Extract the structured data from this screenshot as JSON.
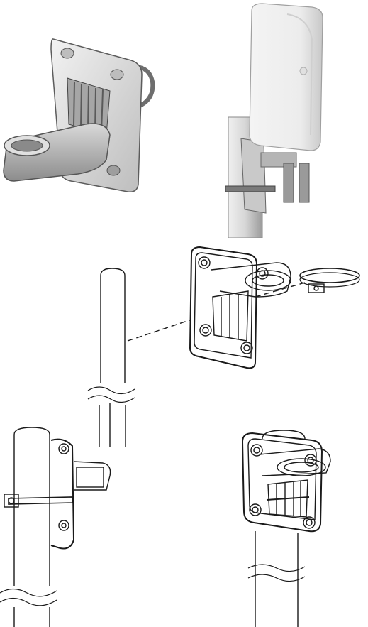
{
  "figures": [
    {
      "id": "bracket-render"
    },
    {
      "id": "antenna-mounted-render"
    },
    {
      "id": "step-align-bracket"
    },
    {
      "id": "step-clamp-tightened"
    },
    {
      "id": "step-bracket-mounted-front"
    }
  ],
  "colors": {
    "line": "#1a1a1a",
    "render_light": "#e6e6e6",
    "render_mid": "#bdbdbd",
    "render_dark": "#7a7a7a",
    "paper": "#ffffff"
  }
}
